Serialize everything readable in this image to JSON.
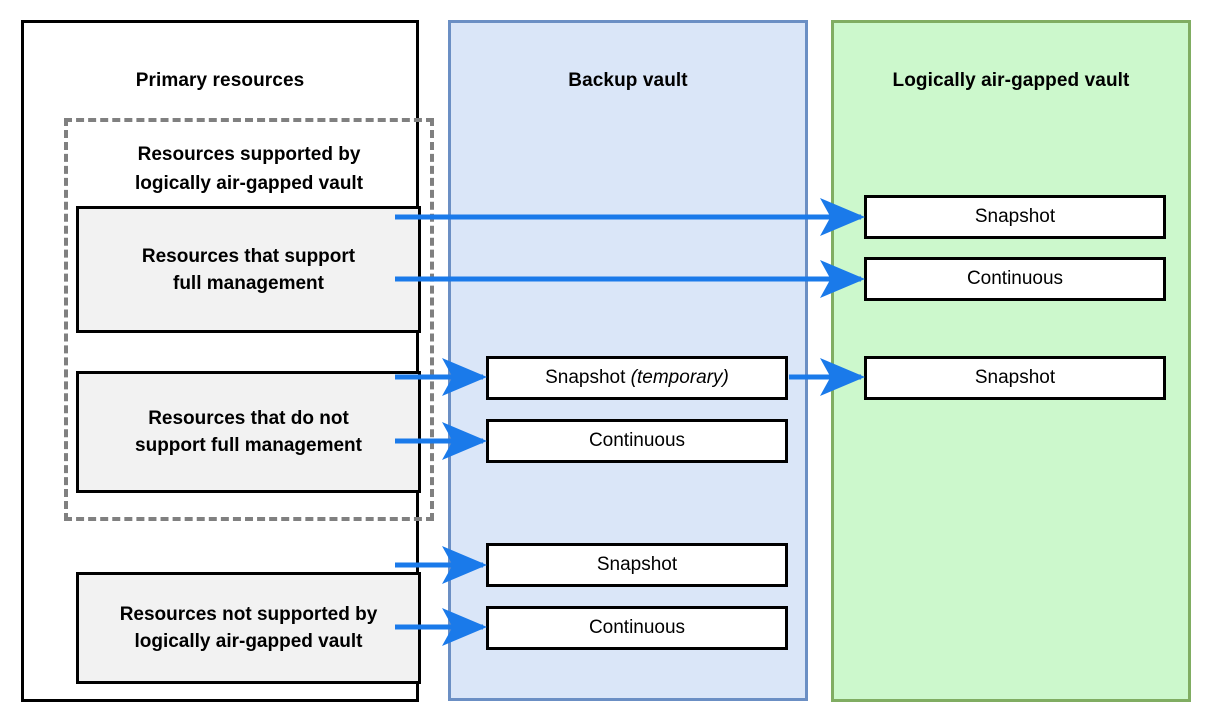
{
  "diagram": {
    "title_primary": "Primary resources",
    "title_backup": "Backup vault",
    "title_lag": "Logically air-gapped vault",
    "group_label_line1": "Resources supported by",
    "group_label_line2": "logically air-gapped vault",
    "colors": {
      "backup_panel_fill": "#dae6f8",
      "backup_panel_border": "#6b8fc4",
      "lag_panel_fill": "#ccf8cc",
      "lag_panel_border": "#80ad62",
      "resource_box_fill": "#f2f2f2",
      "box_border": "#000000",
      "dashed_border": "#808080",
      "arrow": "#1a7aea"
    }
  },
  "primary": {
    "boxes": [
      {
        "line1": "Resources that support",
        "line2": "full management"
      },
      {
        "line1": "Resources that do not",
        "line2": "support full management"
      },
      {
        "line1": "Resources not supported by",
        "line2": "logically air-gapped vault"
      }
    ]
  },
  "backup_vault": {
    "boxes": [
      {
        "label": "Snapshot",
        "qualifier": " (temporary)"
      },
      {
        "label": "Continuous",
        "qualifier": ""
      },
      {
        "label": "Snapshot",
        "qualifier": ""
      },
      {
        "label": "Continuous",
        "qualifier": ""
      }
    ]
  },
  "lag_vault": {
    "boxes": [
      {
        "label": "Snapshot"
      },
      {
        "label": "Continuous"
      },
      {
        "label": "Snapshot"
      }
    ]
  },
  "flows": [
    {
      "from": "resources-full-management",
      "to": "lag-snapshot"
    },
    {
      "from": "resources-full-management",
      "to": "lag-continuous"
    },
    {
      "from": "resources-not-full-management",
      "to": "backup-snapshot-temporary"
    },
    {
      "from": "backup-snapshot-temporary",
      "to": "lag-snapshot-copy"
    },
    {
      "from": "resources-not-full-management",
      "to": "backup-continuous"
    },
    {
      "from": "resources-not-supported",
      "to": "backup-snapshot"
    },
    {
      "from": "resources-not-supported",
      "to": "backup-continuous-2"
    }
  ]
}
